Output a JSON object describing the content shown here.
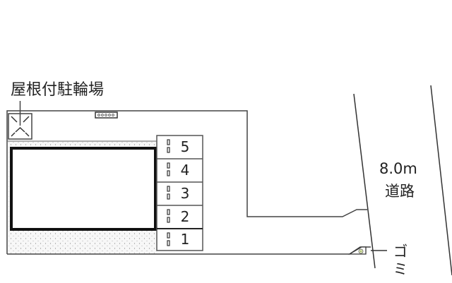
{
  "labels": {
    "bicycle_parking": "屋根付駐輪場",
    "road_width": "8.0m",
    "road": "道路",
    "garbage": "ゴミ"
  },
  "parking_spaces": [
    {
      "number": "5"
    },
    {
      "number": "4"
    },
    {
      "number": "3"
    },
    {
      "number": "2"
    },
    {
      "number": "1"
    }
  ],
  "icons": {
    "bicycle_parking": "bicycle-parking-box-icon",
    "meter": "meter-icon",
    "garbage_station": "garbage-station-icon"
  },
  "colors": {
    "line": "#333333",
    "building_border": "#111111",
    "dotted_fill": "#f3f3f3"
  }
}
